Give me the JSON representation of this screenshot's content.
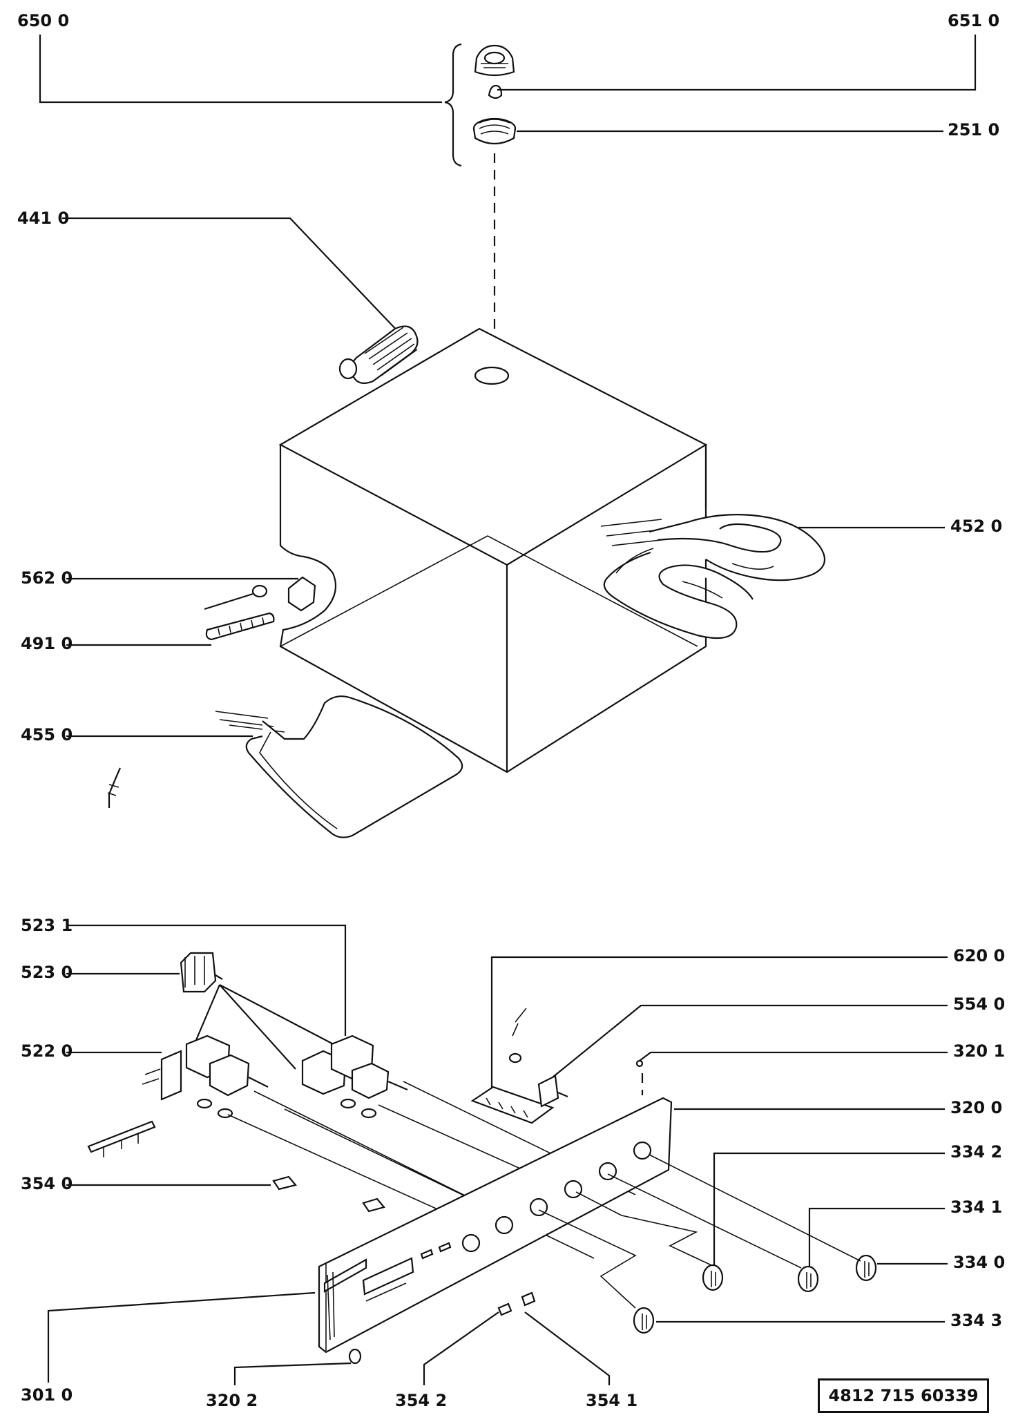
{
  "document_number": "4812  715   60339",
  "labels": {
    "l6500": "650 0",
    "l6510": "651 0",
    "l2510": "251 0",
    "l4410": "441 0",
    "l4520": "452 0",
    "l5620": "562 0",
    "l4910": "491 0",
    "l4550": "455 0",
    "l5231": "523 1",
    "l5230": "523 0",
    "l6200": "620 0",
    "l5540": "554 0",
    "l5220": "522 0",
    "l3201": "320 1",
    "l3200": "320 0",
    "l3540": "354 0",
    "l3342": "334 2",
    "l3341": "334 1",
    "l3340": "334 0",
    "l3343": "334 3",
    "l3010": "301 0",
    "l3202": "320 2",
    "l3542": "354 2",
    "l3541": "354 1"
  }
}
